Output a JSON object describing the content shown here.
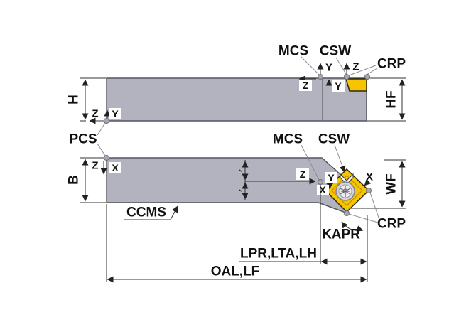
{
  "diagram": {
    "description": "tool-holder-dimension-drawing-two-views",
    "labels": {
      "h": "H",
      "hf": "HF",
      "b": "B",
      "wf": "WF",
      "pcs": "PCS",
      "mcs": "MCS",
      "csw": "CSW",
      "crp": "CRP",
      "ccms": "CCMS",
      "kapr": "KAPR",
      "lpr": "LPR,LTA,LH",
      "oal": "OAL,LF"
    },
    "axes": {
      "x": "X",
      "y": "Y",
      "z": "Z",
      "equal_mark": "z"
    },
    "colors": {
      "background": "#ffffff",
      "holder_body": "#b3b3bf",
      "holder_outline": "#55555e",
      "insert": "#f6c400",
      "insert_outline": "#2b2b10",
      "dimension_line": "#333333",
      "leader_line": "#8a8a92",
      "reference_point": "#a8a8b2",
      "label_text": "#111111"
    }
  }
}
